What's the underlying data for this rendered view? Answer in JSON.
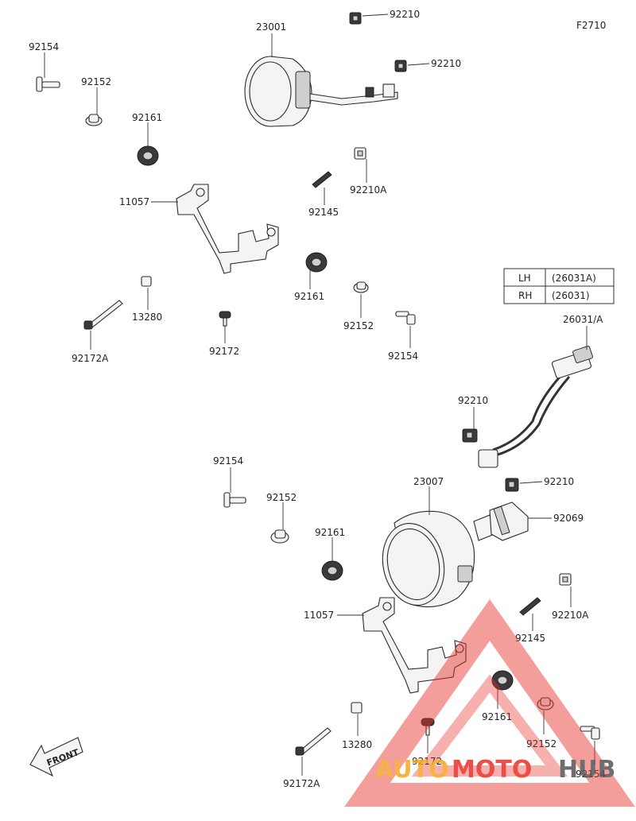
{
  "figure_code": "F2710",
  "labels": {
    "l23001": "23001",
    "l92210_a": "92210",
    "l92210_b": "92210",
    "l92154_a": "92154",
    "l92152_a": "92152",
    "l92161_a": "92161",
    "l92210A_a": "92210A",
    "l11057_a": "11057",
    "l92145_a": "92145",
    "l92161_b": "92161",
    "l13280_a": "13280",
    "l92152_b": "92152",
    "l92154_b": "92154",
    "l92172_a": "92172",
    "l92172A_a": "92172A",
    "l26031": "26031/A",
    "l92210_c": "92210",
    "l92154_c": "92154",
    "l92152_c": "92152",
    "l92161_c": "92161",
    "l23007": "23007",
    "l92210_d": "92210",
    "l92069": "92069",
    "l92210A_b": "92210A",
    "l11057_b": "11057",
    "l92145_b": "92145",
    "l92161_d": "92161",
    "l92152_d": "92152",
    "l13280_b": "13280",
    "l92154_d": "92154",
    "l92172_b": "92172",
    "l92172A_b": "92172A"
  },
  "table": {
    "rows": [
      {
        "side": "LH",
        "part": "(26031A)"
      },
      {
        "side": "RH",
        "part": "(26031)"
      }
    ]
  },
  "front_arrow": "FRONT",
  "watermark": {
    "text_auto": "AUTO",
    "text_moto": "MOTO",
    "text_hub": "HUB",
    "color_red": "#e8302a",
    "color_orange": "#f5a623",
    "color_gray": "#555555"
  }
}
